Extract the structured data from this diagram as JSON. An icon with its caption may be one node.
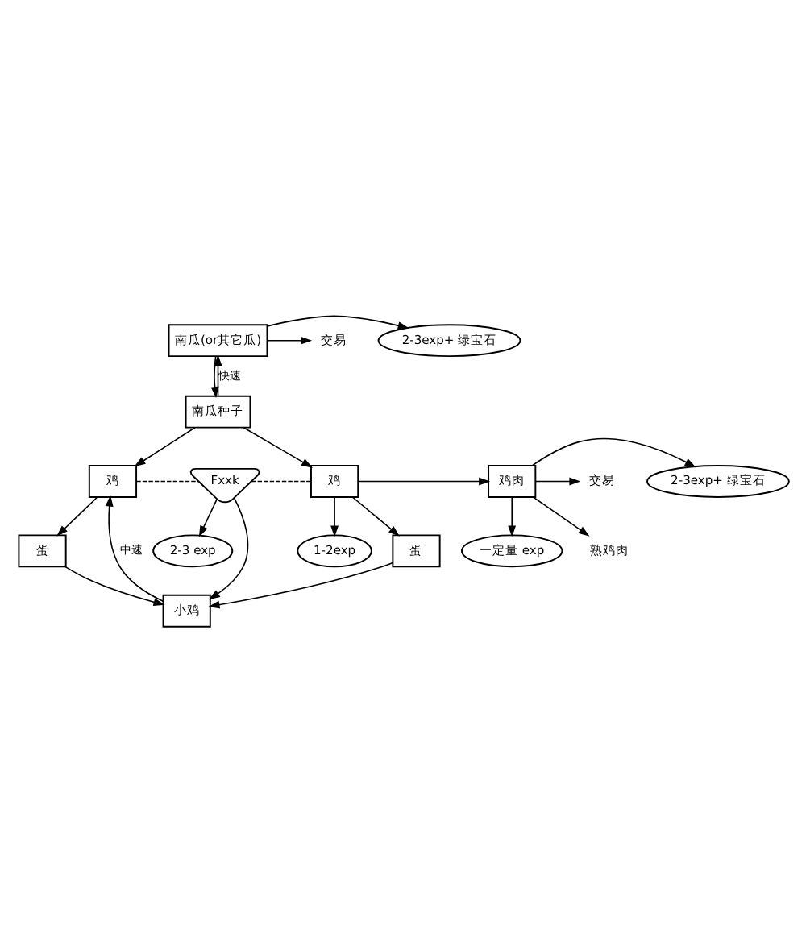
{
  "diagram": {
    "nodes": [
      {
        "text": [
          "南瓜(or其它瓜)"
        ]
      },
      {
        "text": [
          "2-3exp+ 绿宝石"
        ]
      },
      {
        "text": [
          "交易"
        ]
      },
      {
        "text": [
          "南瓜种子"
        ]
      },
      {
        "text": [
          "鸡"
        ]
      },
      {
        "text": [
          "Fxxk"
        ]
      },
      {
        "text": [
          "鸡"
        ]
      },
      {
        "text": [
          "1-2exp"
        ]
      },
      {
        "text": [
          "鸡肉"
        ]
      },
      {
        "text": [
          "2-3exp+ 绿宝石"
        ]
      },
      {
        "text": [
          "交易"
        ]
      },
      {
        "text": [
          "蛋"
        ]
      },
      {
        "text": [
          "2-3 exp"
        ]
      },
      {
        "text": [
          "蛋"
        ]
      },
      {
        "text": [
          "一定量 exp"
        ]
      },
      {
        "text": [
          "熟鸡肉"
        ]
      },
      {
        "text": [
          "小鸡"
        ]
      }
    ],
    "edges": [
      {
        "from": 0,
        "to": 3,
        "arrow": "to"
      },
      {
        "from": 3,
        "to": 0,
        "arrow": "to",
        "label": "快速"
      },
      {
        "from": 0,
        "to": 2,
        "arrow": "to"
      },
      {
        "from": 0,
        "to": 1,
        "arrow": "to"
      },
      {
        "from": 3,
        "to": 4,
        "arrow": "to"
      },
      {
        "from": 3,
        "to": 6,
        "arrow": "to"
      },
      {
        "from": 4,
        "to": 5,
        "arrow": "none",
        "style": "dashed"
      },
      {
        "from": 5,
        "to": 6,
        "arrow": "none",
        "style": "dashed"
      },
      {
        "from": 5,
        "to": 16,
        "arrow": "to"
      },
      {
        "from": 5,
        "to": 12,
        "arrow": "to"
      },
      {
        "from": 6,
        "to": 8,
        "arrow": "to"
      },
      {
        "from": 6,
        "to": 7,
        "arrow": "to"
      },
      {
        "from": 6,
        "to": 13,
        "arrow": "to"
      },
      {
        "from": 8,
        "to": 10,
        "arrow": "to"
      },
      {
        "from": 8,
        "to": 9,
        "arrow": "to"
      },
      {
        "from": 8,
        "to": 15,
        "arrow": "to"
      },
      {
        "from": 8,
        "to": 14,
        "arrow": "to"
      },
      {
        "from": 4,
        "to": 11,
        "arrow": "to"
      },
      {
        "from": 11,
        "to": 16,
        "arrow": "to"
      },
      {
        "from": 13,
        "to": 16,
        "arrow": "to"
      },
      {
        "from": 16,
        "to": 4,
        "arrow": "to",
        "label": "中速"
      }
    ]
  }
}
